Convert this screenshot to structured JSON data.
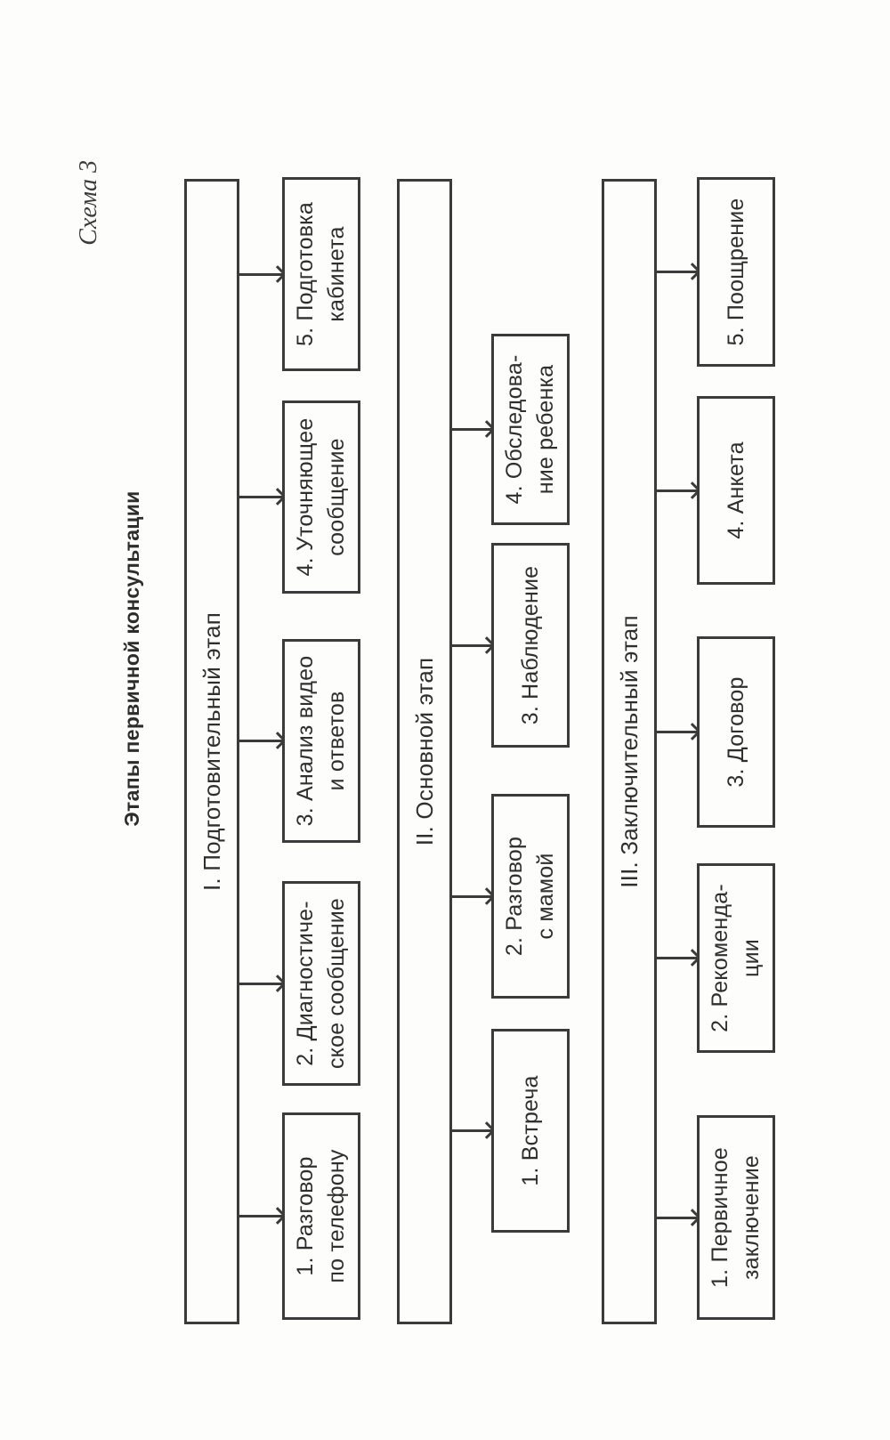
{
  "page": {
    "schema_label": "Схема 3",
    "title": "Этапы первичной консультации",
    "ink_color": "#3b3b3b",
    "paper_color": "#fdfdfc"
  },
  "stages": [
    {
      "label": "I. Подготовительный этап",
      "boxes": [
        {
          "line1": "1. Разговор",
          "line2": "по телефону"
        },
        {
          "line1": "2. Диагностиче-",
          "line2": "ское сообщение"
        },
        {
          "line1": "3. Анализ видео",
          "line2": "и ответов"
        },
        {
          "line1": "4. Уточняющее",
          "line2": "сообщение"
        },
        {
          "line1": "5. Подготовка",
          "line2": "кабинета"
        }
      ]
    },
    {
      "label": "II. Основной этап",
      "boxes": [
        {
          "line1": "1. Встреча",
          "line2": ""
        },
        {
          "line1": "2. Разговор",
          "line2": "с мамой"
        },
        {
          "line1": "3. Наблюдение",
          "line2": ""
        },
        {
          "line1": "4. Обследова-",
          "line2": "ние ребенка"
        }
      ]
    },
    {
      "label": "III. Заключительный этап",
      "boxes": [
        {
          "line1": "1. Первичное",
          "line2": "заключение"
        },
        {
          "line1": "2. Рекоменда-",
          "line2": "ции"
        },
        {
          "line1": "3. Договор",
          "line2": ""
        },
        {
          "line1": "4. Анкета",
          "line2": ""
        },
        {
          "line1": "5. Поощрение",
          "line2": ""
        }
      ]
    }
  ]
}
